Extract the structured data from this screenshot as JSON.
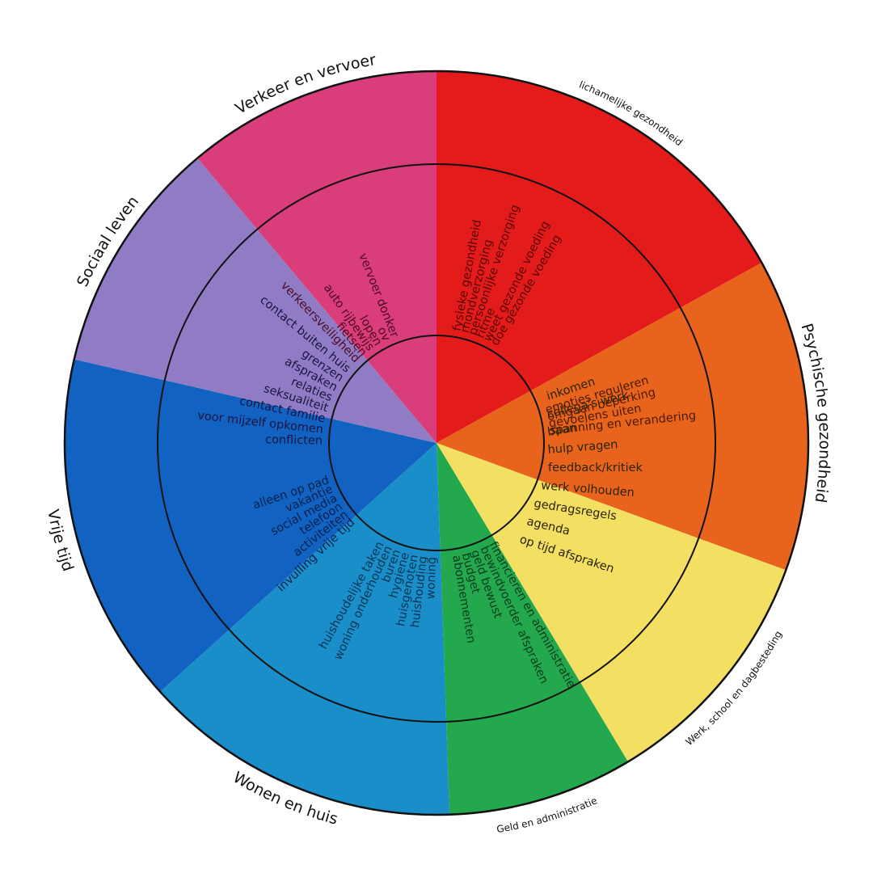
{
  "wheel": {
    "categories": [
      {
        "label": "lichamelijke gezondheid",
        "color": "#e31b1b",
        "text_color": "#5a0606",
        "items": [
          "fysieke gezondheid",
          "mondverzorging",
          "persoonlijke verzorging",
          "ritme",
          "weet gezonde voeding",
          "doe gezonde voeding"
        ]
      },
      {
        "label": "Psychische gezondheid",
        "color": "#e8641c",
        "text_color": "#4a1a04",
        "items": [
          "emoties reguleren",
          "omgaan beperking",
          "gevoelens uiten",
          "spanning en verandering"
        ]
      },
      {
        "label": "Werk, school en dagbesteding",
        "color": "#f3df62",
        "text_color": "#2a2406",
        "items": [
          "inkomen",
          "collega's werk",
          "baan",
          "hulp vragen",
          "feedback/kritiek",
          "werk volhouden",
          "gedragsregels",
          "agenda",
          "op tijd afspraken"
        ]
      },
      {
        "label": "Geld en administratie",
        "color": "#24a84e",
        "text_color": "#0b3d1a",
        "items": [
          "financieren en administratie",
          "bewindvoerder afspraken",
          "geld bewust",
          "budget",
          "abonnementen"
        ]
      },
      {
        "label": "Wonen en huis",
        "color": "#1a8ec9",
        "text_color": "#0b3552",
        "items": [
          "woning",
          "huishouding",
          "huisgenoten",
          "hygiene",
          "buren",
          "woning onderhouden",
          "huishoudelijke taken"
        ]
      },
      {
        "label": "Vrije tijd",
        "color": "#1262c1",
        "text_color": "#08204a",
        "items": [
          "invulling vrije tijd",
          "activiteiten",
          "telefoon",
          "social media",
          "vakantie",
          "alleen op pad"
        ]
      },
      {
        "label": "Sociaal leven",
        "color": "#8f7cc4",
        "text_color": "#1c1440",
        "items": [
          "conflicten",
          "voor mijzelf opkomen",
          "contact familie",
          "seksualiteit",
          "relaties",
          "afspraken",
          "grenzen",
          "contact buiten huis"
        ]
      },
      {
        "label": "Verkeer en vervoer",
        "color": "#d93d7a",
        "text_color": "#4d0a22",
        "items": [
          "verkeersveiligheid",
          "fietsen",
          "auto rijbewijs",
          "lopen",
          "ov",
          "vervoer donker"
        ]
      }
    ]
  }
}
